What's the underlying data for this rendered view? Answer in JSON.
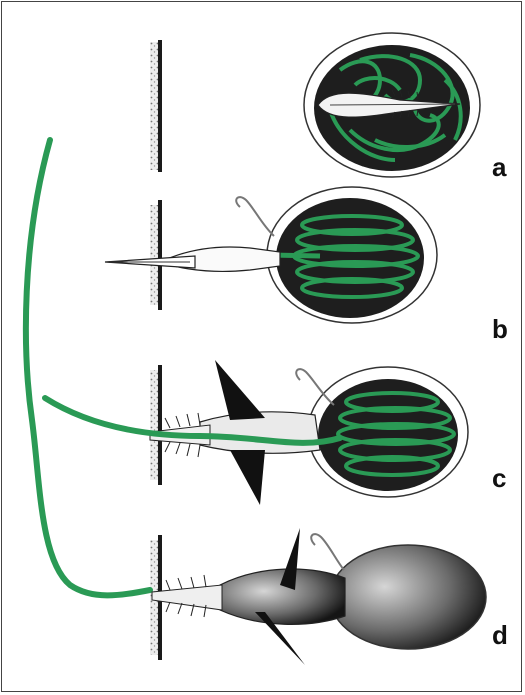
{
  "figure": {
    "panel_labels": [
      "a",
      "b",
      "c",
      "d"
    ],
    "colors": {
      "thread": "#2a9a55",
      "ink": "#111111",
      "capsule_fill": "#ffffff",
      "wall": "#1a1a1a"
    }
  }
}
